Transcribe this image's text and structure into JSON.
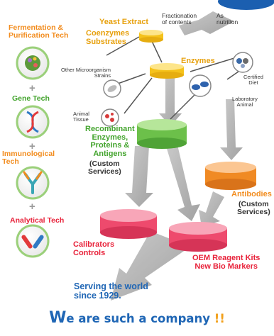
{
  "techs": [
    {
      "label": "Fermentation &\nPurification Tech",
      "color": "#f28c1e"
    },
    {
      "label": "Gene Tech",
      "color": "#43a42d"
    },
    {
      "label": "Immunological\nTech",
      "color": "#f28c1e"
    },
    {
      "label": "Analytical Tech",
      "color": "#e8223a"
    }
  ],
  "plus_sign": "+",
  "top": {
    "yeast_extract": "Yeast Extract",
    "coenzymes": "Coenzymes\nSubstrates",
    "fractionation": "Fractionation\nof contents",
    "as_nutrition": "As\nnutrition",
    "enzymes": "Enzymes"
  },
  "sources": {
    "microorganism": "Other Microorganism\nStrains",
    "animal_tissue": "Animal\nTissue",
    "certified_diet": "Certified\nDiet",
    "laboratory_animal": "Laboratory\nAnimal"
  },
  "products": {
    "recombinant": "Recombinant\nEnzymes,\nProteins &\nAntigens",
    "custom_services_1": "(Custom\nServices)",
    "antibodies": "Antibodies",
    "custom_services_2": "(Custom\nServices)",
    "calibrators": "Calibrators\nControls",
    "oem": "OEM Reagent Kits\nNew Bio Markers"
  },
  "serving": "Serving the world\nsince 1929.",
  "footer": {
    "first_letter": "W",
    "rest": "e are such a company",
    "exclaim": "!!"
  },
  "colors": {
    "yellow_cylinder": "#f5c21b",
    "green_cylinder": "#6cc04a",
    "orange_cylinder": "#f08a24",
    "pink_cylinder": "#ee4a6d",
    "arrow": "#a9a9a9",
    "blue_text": "#1f66b5"
  }
}
